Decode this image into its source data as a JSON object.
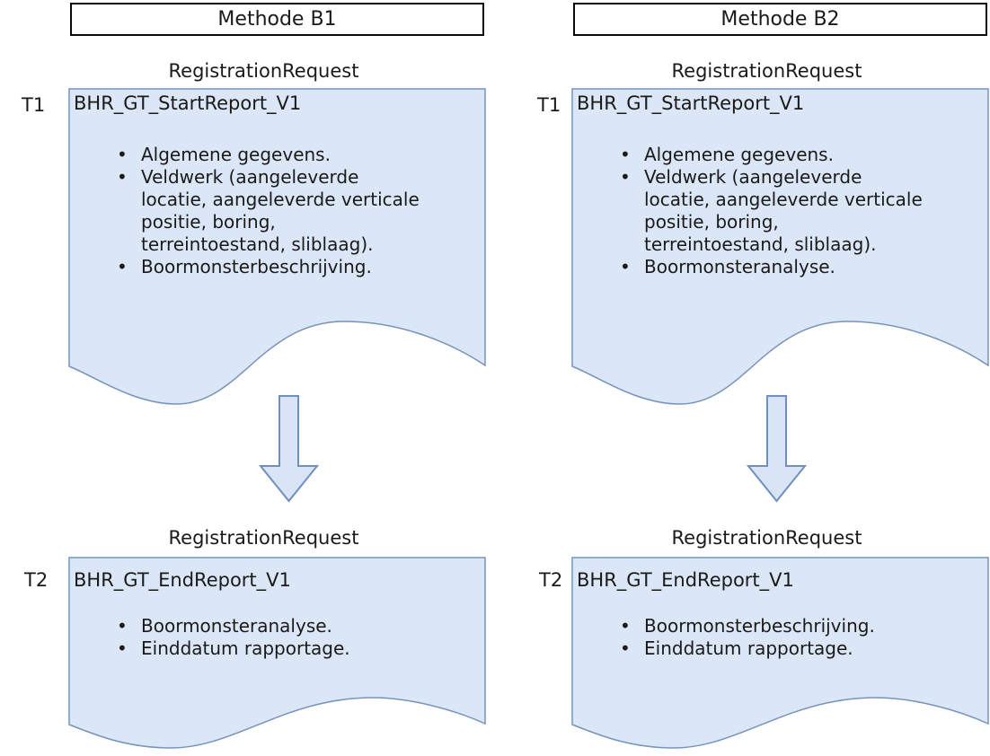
{
  "colors": {
    "doc_fill": "#dbe7f7",
    "doc_stroke": "#7793bc",
    "arrow_fill": "#d9e5f5",
    "arrow_stroke": "#6e90c0",
    "header_border": "#0a0a0a",
    "text": "#1a1a1a"
  },
  "columns": [
    {
      "header": "Methode B1",
      "t1": {
        "timestamp_label": "T1",
        "request_label": "RegistrationRequest",
        "doc_title": "BHR_GT_StartReport_V1",
        "bullets": [
          "Algemene gegevens.",
          "Veldwerk (aangeleverde\nlocatie, aangeleverde verticale\npositie, boring,\nterreintoestand, sliblaag).",
          "Boormonsterbeschrijving."
        ]
      },
      "t2": {
        "timestamp_label": "T2",
        "request_label": "RegistrationRequest",
        "doc_title": "BHR_GT_EndReport_V1",
        "bullets": [
          "Boormonsteranalyse.",
          "Einddatum rapportage."
        ]
      }
    },
    {
      "header": "Methode B2",
      "t1": {
        "timestamp_label": "T1",
        "request_label": "RegistrationRequest",
        "doc_title": "BHR_GT_StartReport_V1",
        "bullets": [
          "Algemene gegevens.",
          "Veldwerk (aangeleverde\nlocatie, aangeleverde verticale\npositie, boring,\nterreintoestand, sliblaag).",
          "Boormonsteranalyse."
        ]
      },
      "t2": {
        "timestamp_label": "T2",
        "request_label": "RegistrationRequest",
        "doc_title": "BHR_GT_EndReport_V1",
        "bullets": [
          "Boormonsterbeschrijving.",
          "Einddatum rapportage."
        ]
      }
    }
  ]
}
